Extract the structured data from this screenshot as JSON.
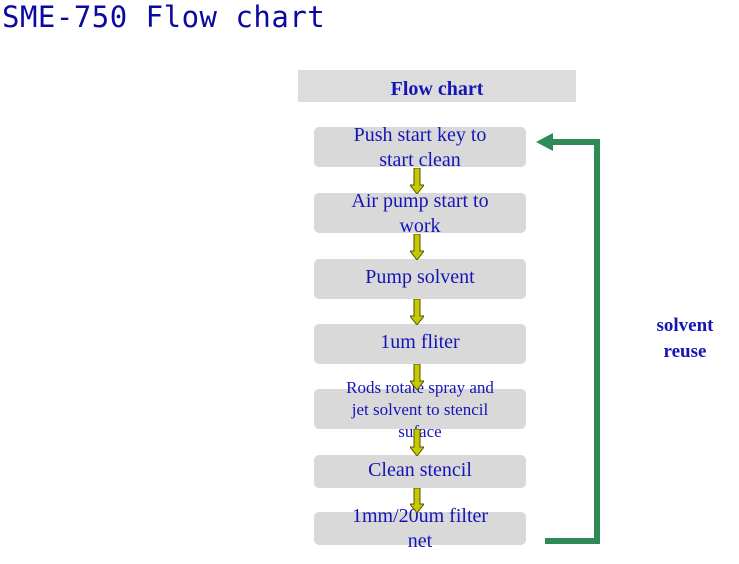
{
  "title": "SME-750 Flow chart",
  "header": "Flow chart",
  "steps": [
    {
      "line1": "Push start key to",
      "line2": "start  clean"
    },
    {
      "line1": "Air pump start to",
      "line2": "work"
    },
    {
      "line1": "Pump solvent"
    },
    {
      "line1": "1um  fliter"
    },
    {
      "line1": "Rods rotate spray and",
      "line2": "jet solvent  to stencil",
      "line3": "suface"
    },
    {
      "line1": "Clean stencil"
    },
    {
      "line1": "1mm/20um  filter",
      "line2": "net"
    }
  ],
  "loop_label": {
    "line1": "solvent",
    "line2": "reuse"
  },
  "colors": {
    "text": "#1515b5",
    "box": "#d9d9d9",
    "down_arrow_fill": "#c8c800",
    "loop_arrow": "#2e8b57"
  }
}
